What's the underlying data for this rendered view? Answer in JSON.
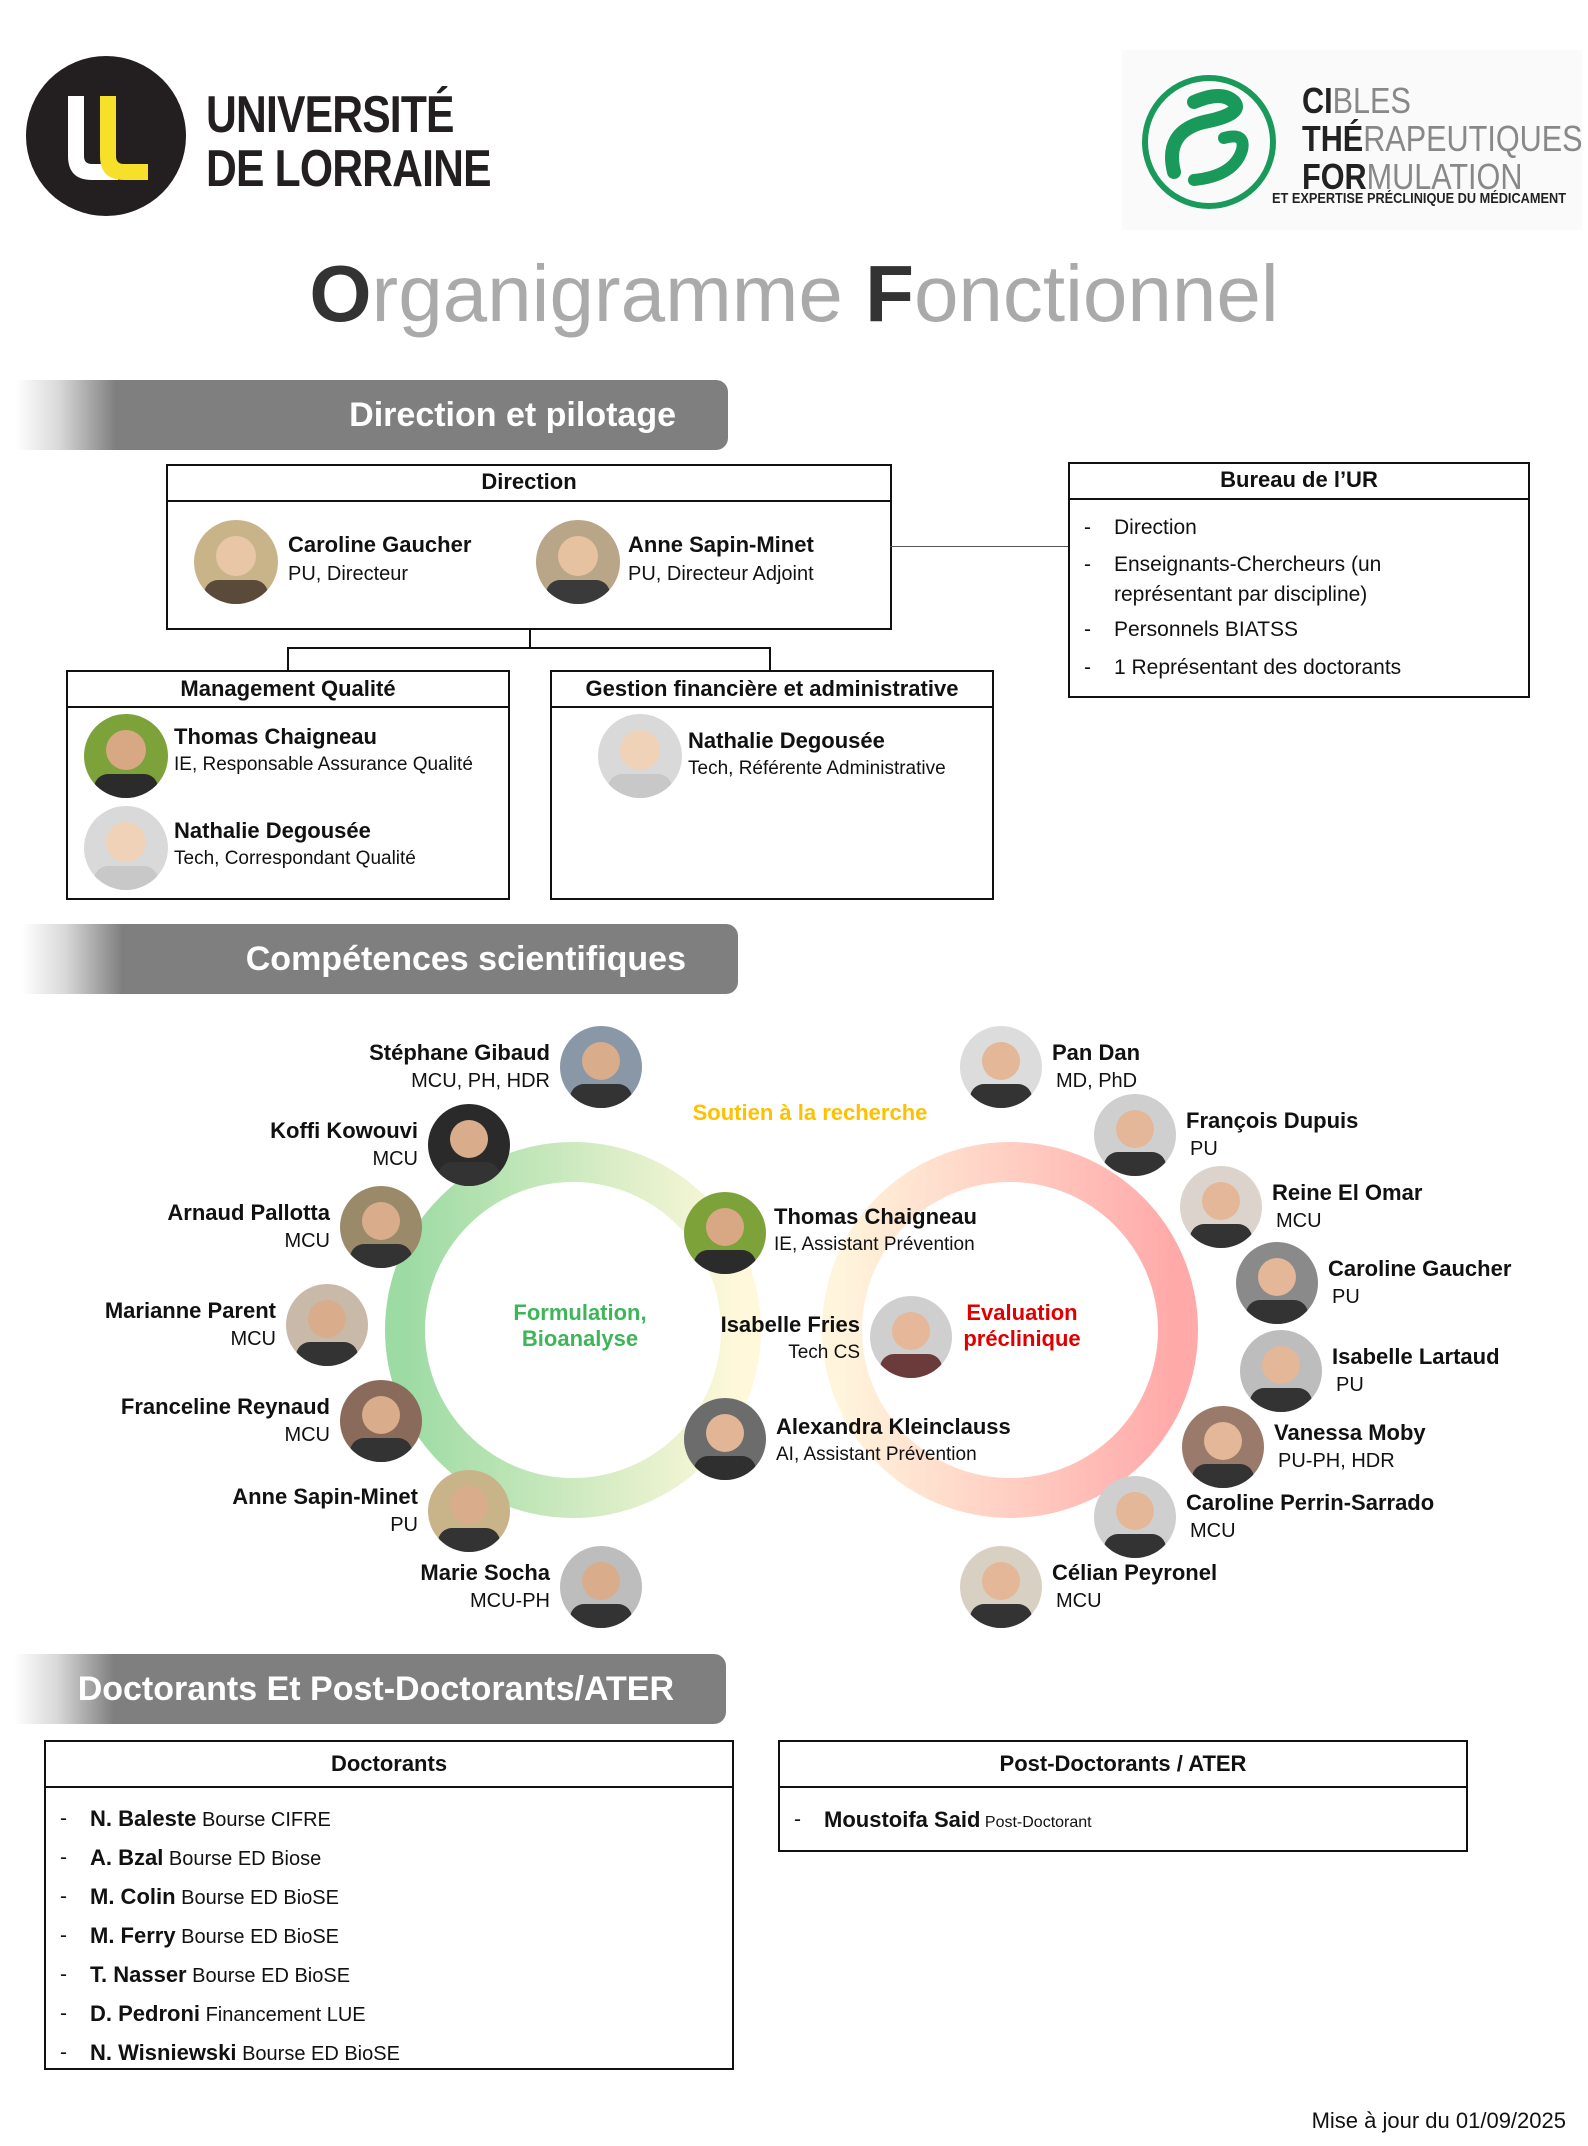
{
  "logos": {
    "ul": {
      "line1": "UNIVERSITÉ",
      "line2": "DE LORRAINE"
    },
    "ctf": {
      "line1_bold": "CI",
      "line1": "BLES",
      "line2_bold": "THÉ",
      "line2": "RAPEUTIQUES",
      "line3_bold": "FOR",
      "line3": "MULATION",
      "subtitle": "ET EXPERTISE PRÉCLINIQUE DU MÉDICAMENT"
    }
  },
  "title": {
    "first_letter": "O",
    "first_rest": "rganigramme ",
    "second_letter": "F",
    "second_rest": "onctionnel"
  },
  "sections": {
    "direction": "Direction et pilotage",
    "competences": "Compétences scientifiques",
    "doctorants": "Doctorants Et Post-Doctorants/ATER"
  },
  "direction_box": {
    "title": "Direction",
    "people": [
      {
        "name": "Caroline Gaucher",
        "role": "PU, Directeur"
      },
      {
        "name": "Anne Sapin-Minet",
        "role": "PU, Directeur Adjoint"
      }
    ]
  },
  "bureau_box": {
    "title": "Bureau de l’UR",
    "items": [
      "Direction",
      "Enseignants-Chercheurs (un",
      "représentant par discipline)",
      "Personnels BIATSS",
      "1 Représentant des doctorants"
    ]
  },
  "qualite_box": {
    "title": "Management Qualité",
    "people": [
      {
        "name": "Thomas Chaigneau",
        "role": "IE, Responsable Assurance Qualité"
      },
      {
        "name": "Nathalie Degousée",
        "role": "Tech, Correspondant Qualité"
      }
    ]
  },
  "gestion_box": {
    "title": "Gestion financière et administrative",
    "people": [
      {
        "name": "Nathalie Degousée",
        "role": "Tech, Référente Administrative"
      }
    ]
  },
  "circles": {
    "left_label_1": "Formulation,",
    "left_label_2": "Bioanalyse",
    "right_label_1": "Evaluation",
    "right_label_2": "préclinique",
    "top_label": "Soutien à la recherche",
    "colors": {
      "green": "#6cc06f",
      "red": "#ff6f6f",
      "orange": "#ffc000",
      "dark_red": "#e00000",
      "green_text": "#3fb55a"
    }
  },
  "left_people": [
    {
      "name": "Stéphane Gibaud",
      "role": "MCU, PH, HDR"
    },
    {
      "name": "Koffi Kowouvi",
      "role": "MCU"
    },
    {
      "name": "Arnaud Pallotta",
      "role": "MCU"
    },
    {
      "name": "Marianne Parent",
      "role": "MCU"
    },
    {
      "name": "Franceline Reynaud",
      "role": "MCU"
    },
    {
      "name": "Anne Sapin-Minet",
      "role": "PU"
    },
    {
      "name": "Marie Socha",
      "role": "MCU-PH"
    }
  ],
  "right_people": [
    {
      "name": "Pan Dan",
      "role": "MD, PhD"
    },
    {
      "name": "François Dupuis",
      "role": "PU"
    },
    {
      "name": "Reine El Omar",
      "role": "MCU"
    },
    {
      "name": "Caroline Gaucher",
      "role": "PU"
    },
    {
      "name": "Isabelle Lartaud",
      "role": "PU"
    },
    {
      "name": "Vanessa Moby",
      "role": "PU-PH, HDR"
    },
    {
      "name": "Caroline Perrin-Sarrado",
      "role": "MCU"
    },
    {
      "name": "Célian Peyronel",
      "role": "MCU"
    }
  ],
  "center_people": [
    {
      "name": "Thomas Chaigneau",
      "role": "IE, Assistant Prévention"
    },
    {
      "name": "Isabelle Fries",
      "role": "Tech CS"
    },
    {
      "name": "Alexandra Kleinclauss",
      "role": "AI, Assistant Prévention"
    }
  ],
  "doctorants_box": {
    "title": "Doctorants",
    "items": [
      {
        "name": "N. Baleste",
        "detail": "Bourse CIFRE"
      },
      {
        "name": "A. Bzal",
        "detail": "Bourse ED Biose"
      },
      {
        "name": "M. Colin",
        "detail": "Bourse ED BioSE"
      },
      {
        "name": "M. Ferry",
        "detail": "Bourse ED BioSE"
      },
      {
        "name": "T. Nasser",
        "detail": "Bourse ED BioSE"
      },
      {
        "name": "D. Pedroni",
        "detail": "Financement LUE"
      },
      {
        "name": "N. Wisniewski",
        "detail": "Bourse  ED BioSE"
      }
    ]
  },
  "postdoc_box": {
    "title": "Post-Doctorants / ATER",
    "items": [
      {
        "name": "Moustoifa Said",
        "detail": "Post-Doctorant"
      }
    ]
  },
  "footer": "Mise à jour du 01/09/2025"
}
